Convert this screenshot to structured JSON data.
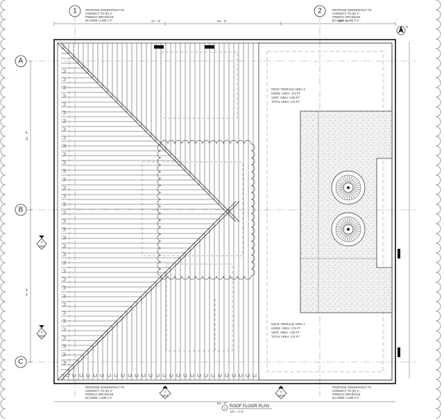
{
  "grid_columns": [
    "1",
    "2"
  ],
  "grid_rows": [
    "A",
    "B",
    "C"
  ],
  "notes": {
    "downspout": [
      "PROPOSE DOWNSPOUT TO",
      "CONNECT TO (E) 4\"",
      "FRENCH DRAINAGE",
      "(E) WIDE / LINE C.F."
    ],
    "terrace_a2": [
      "ROOF TERRACE AREA 2",
      "HORIZ. AREA: 174 FT",
      "VERT. AREA: 0.00 FT",
      "TOTAL AREA: 174 FT"
    ],
    "terrace_a1": [
      "ROOF TERRACE AREA 1",
      "HORIZ. AREA: 174 FT",
      "VERT. AREA: 0.00 FT",
      "TOTAL AREA: 174 FT"
    ]
  },
  "dimensions": {
    "top_left": "37' - 9\"",
    "top_mid": "64' - 0\"",
    "top_right": "24' - 9\"",
    "left_upper": "21' - 0\"",
    "left_lower": "9' - 0\"",
    "bottom": "64' - 0\""
  },
  "section_markers": [
    {
      "num": "2",
      "sheet": "A001"
    },
    {
      "num": "3",
      "sheet": "A001"
    },
    {
      "num": "1",
      "sheet": "A001"
    },
    {
      "num": "4",
      "sheet": "A001"
    }
  ],
  "drawing_title": {
    "number": "1",
    "name": "ROOF FLOOR PLAN",
    "scale": "1/4\" = 1'-0\""
  },
  "north_label": "N"
}
